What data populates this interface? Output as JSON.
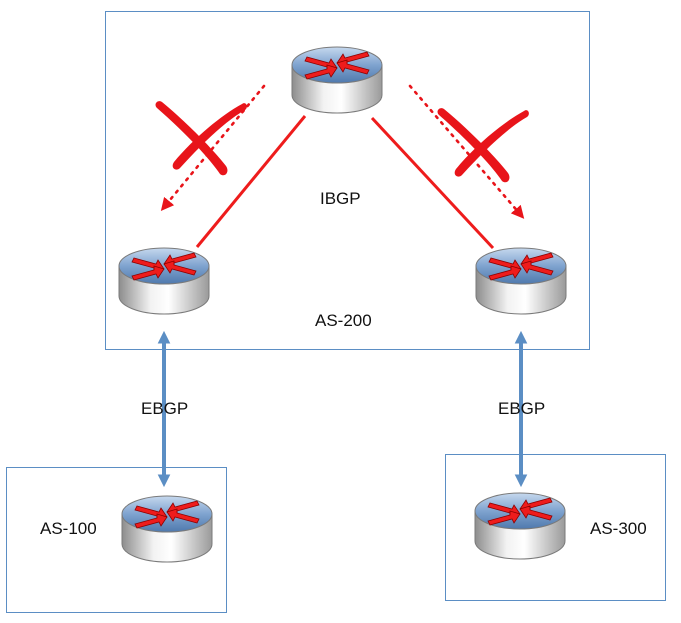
{
  "as_boxes": {
    "as200": "AS-200",
    "as100": "AS-100",
    "as300": "AS-300"
  },
  "links": {
    "ibgp": "IBGP",
    "ebgp_left": "EBGP",
    "ebgp_right": "EBGP"
  },
  "colors": {
    "box_border": "#5b8ec4",
    "ibgp_line": "#ee1c1c",
    "ebgp_arrow": "#5b8ec4",
    "blocked_mark": "#e8141a"
  },
  "icons": {
    "router": "router-icon",
    "blocked": "cross-mark-icon"
  }
}
